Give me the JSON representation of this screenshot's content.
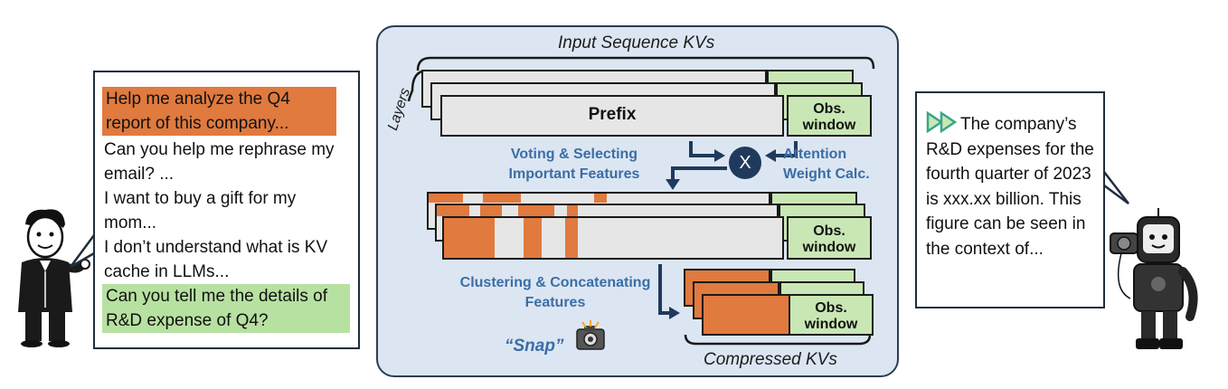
{
  "left_bubble": {
    "messages": [
      {
        "text": "Help me analyze the Q4 report of this company...",
        "highlight": "orange"
      },
      {
        "text": "Can you help me rephrase my email? ...",
        "highlight": "none"
      },
      {
        "text": "I want to buy a gift for my mom...",
        "highlight": "none"
      },
      {
        "text": "I don’t understand what is KV cache in LLMs...",
        "highlight": "none"
      },
      {
        "text": "Can you tell me the details of R&D expense of Q4?",
        "highlight": "green"
      }
    ]
  },
  "panel": {
    "input_title": "Input Sequence KVs",
    "layers_label": "Layers",
    "prefix_label": "Prefix",
    "obs_window_label": "Obs. window",
    "voting_label": "Voting & Selecting Important Features",
    "attention_label": "Attention Weight Calc.",
    "multiply_symbol": "X",
    "clustering_label": "Clustering & Concatenating Features",
    "snap_label": "“Snap”",
    "camera_icon": "camera-icon",
    "compressed_title": "Compressed KVs"
  },
  "right_bubble": {
    "icon": "fast-forward-icon",
    "text": "The company’s R&D expenses for the fourth quarter of 2023 is xxx.xx billion. This figure can be seen in the context of..."
  },
  "colors": {
    "orange": "#e07a3f",
    "green": "#c9e7b4",
    "panel_bg": "#dce6f2",
    "accent_blue": "#3b6ea5",
    "dark_navy": "#1f3a5c"
  }
}
